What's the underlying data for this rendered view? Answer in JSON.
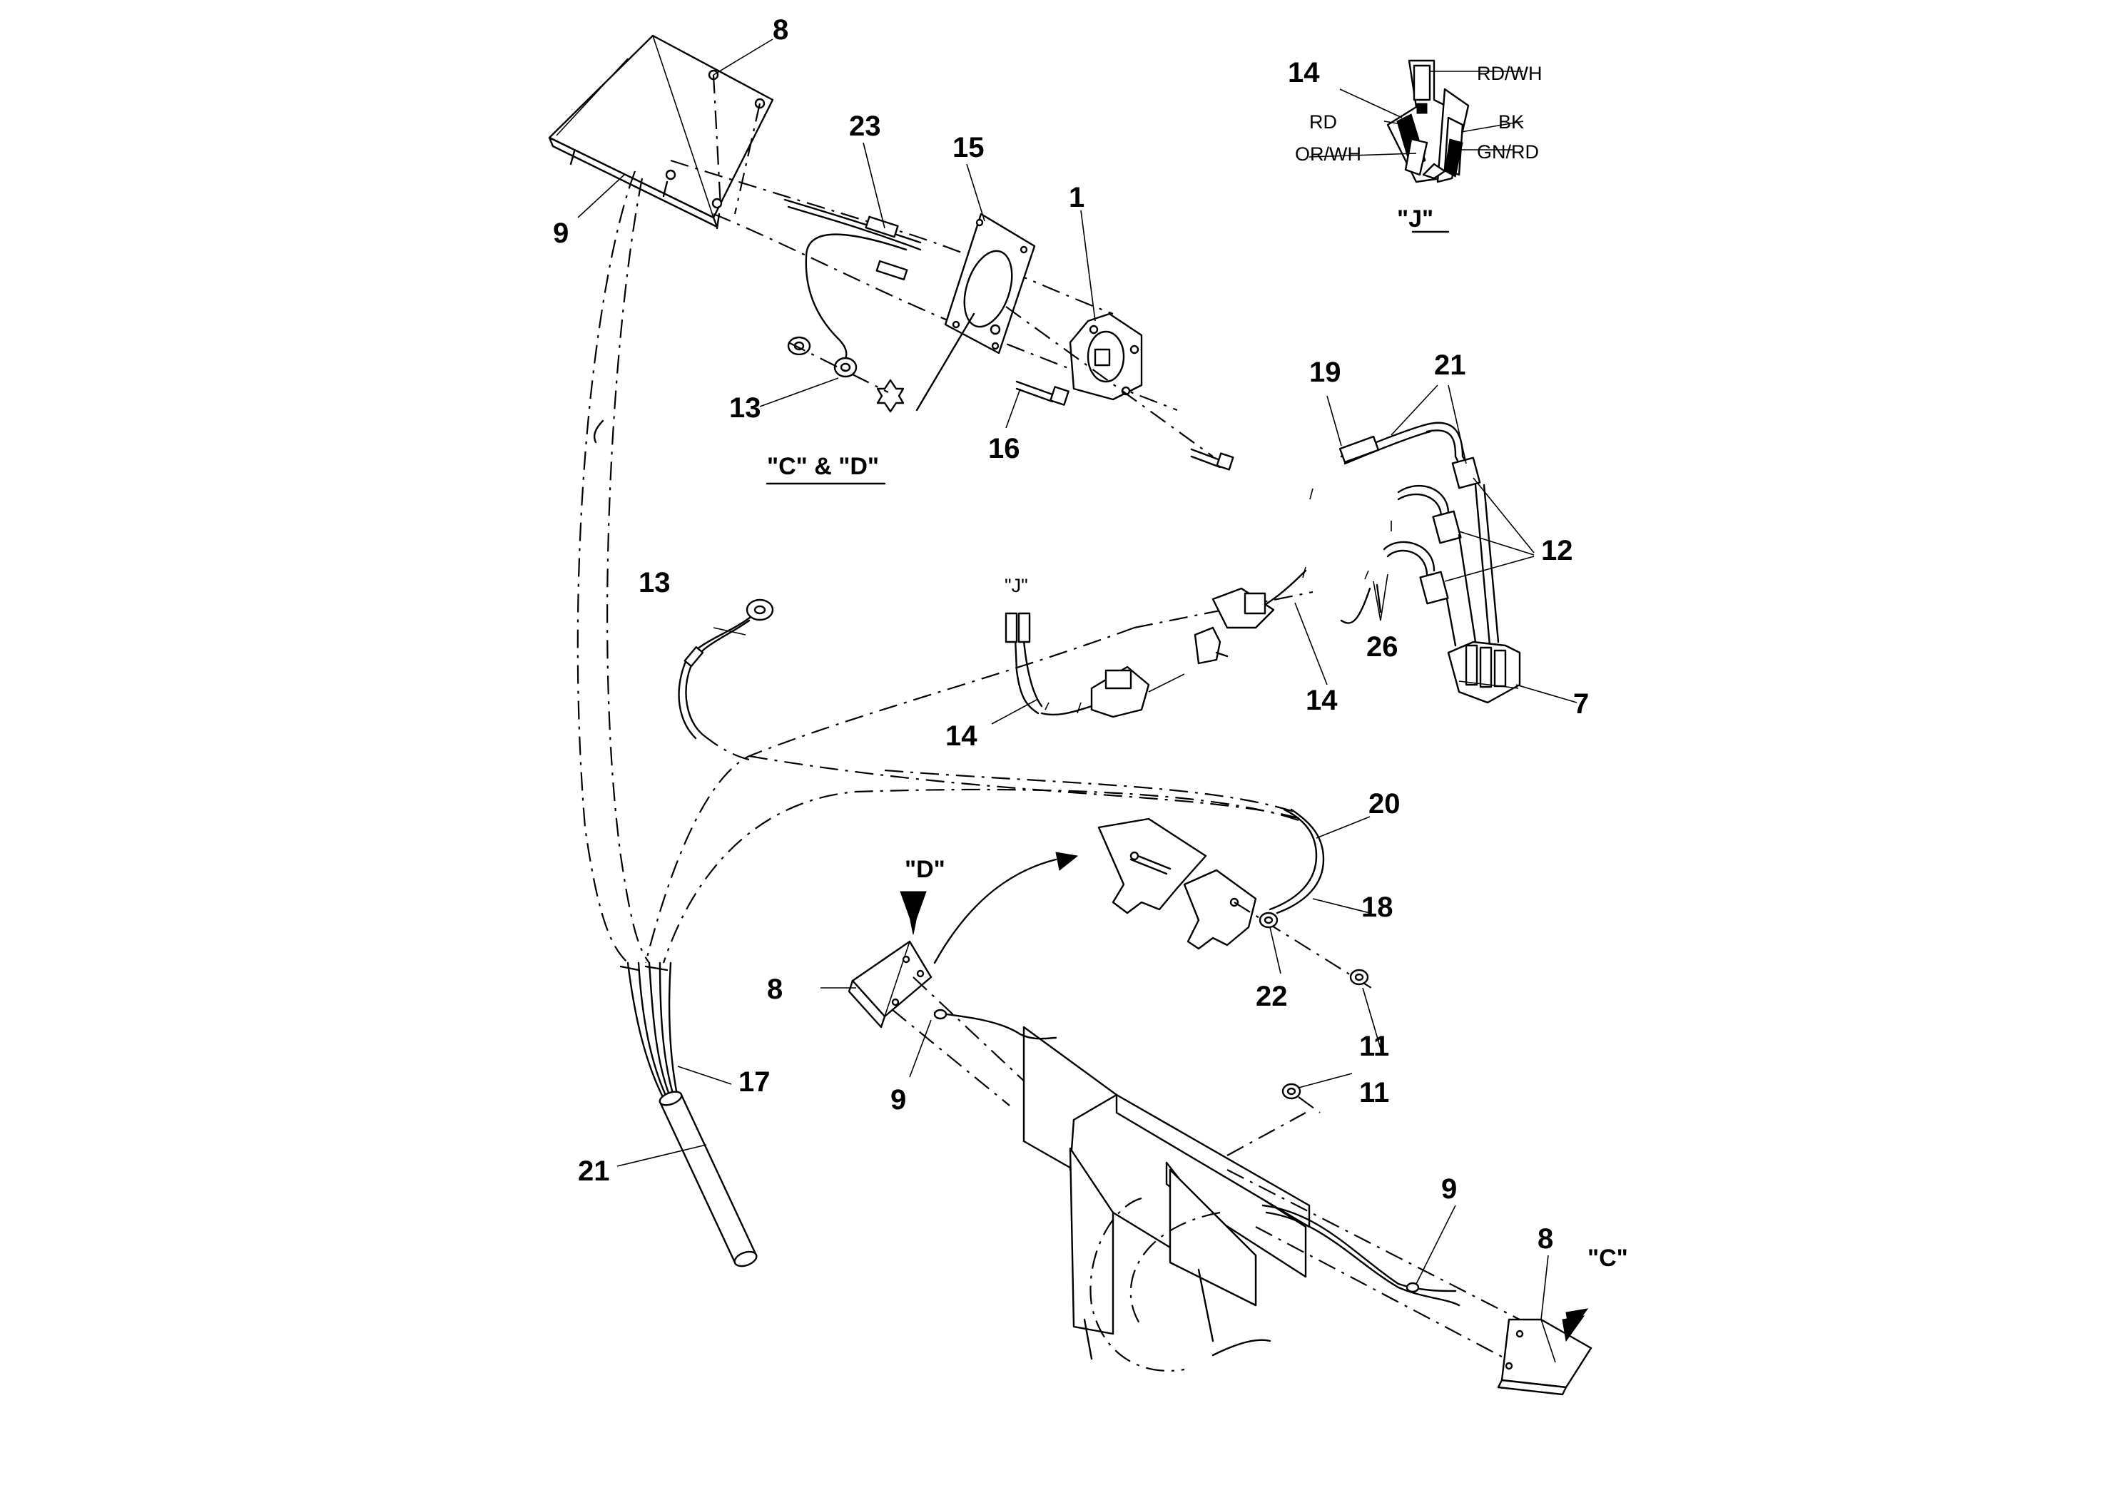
{
  "callouts": {
    "c8_top": "8",
    "c9_top": "9",
    "c23": "23",
    "c15": "15",
    "c1": "1",
    "c13_top": "13",
    "c16": "16",
    "c19": "19",
    "c21_right": "21",
    "c12": "12",
    "c13_mid": "13",
    "c26": "26",
    "c14_right": "14",
    "c7": "7",
    "c14_mid": "14",
    "c20": "20",
    "c18": "18",
    "c22": "22",
    "c8_mid": "8",
    "c9_mid": "9",
    "c11_a": "11",
    "c11_b": "11",
    "c17": "17",
    "c21_bottom": "21",
    "c9_bottom": "9",
    "c8_bottom": "8",
    "c14_detail": "14"
  },
  "view_labels": {
    "cd": "\"C\" & \"D\"",
    "j_detail": "\"J\"",
    "j_connector": "\"J\"",
    "d": "\"D\"",
    "c": "\"C\""
  },
  "wire_colors": {
    "rd_wh": "RD/WH",
    "rd": "RD",
    "bk": "BK",
    "or_wh": "OR/WH",
    "gn_rd": "GN/RD"
  }
}
